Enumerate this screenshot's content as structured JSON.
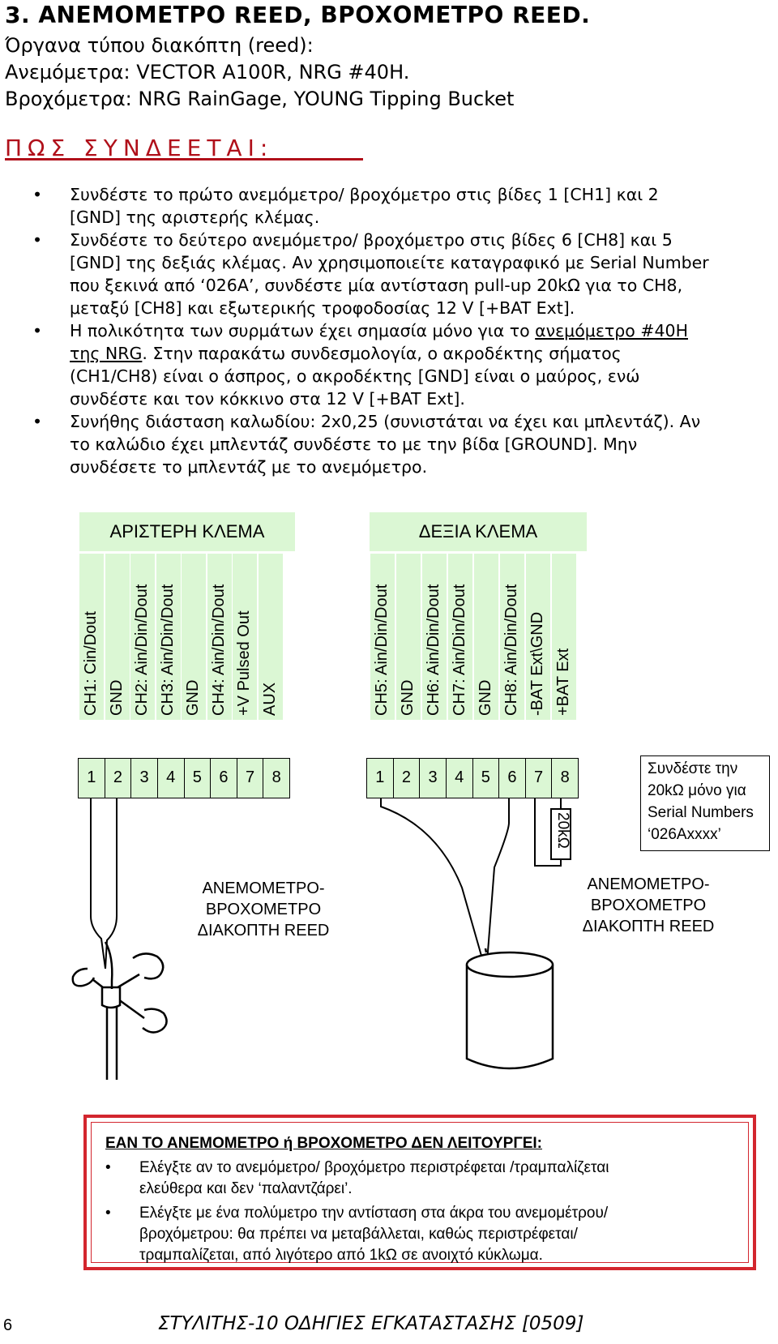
{
  "heading": "3. ΑΝΕΜΟΜΕΤΡΟ REED, ΒΡΟΧΟΜΕΤΡΟ REED.",
  "intro": [
    "Όργανα τύπου διακόπτη (reed):",
    "Ανεμόμετρα: VECTOR A100R, NRG #40H.",
    "Βροχόμετρα: NRG RainGage, YOUNG Tipping Bucket"
  ],
  "howto_title": "ΠΩΣ ΣΥΝΔΕΕΤΑΙ:",
  "bullet_char": "•",
  "bullets": {
    "b1_l1": "Συνδέστε το πρώτο ανεμόμετρο/ βροχόμετρο στις βίδες 1 [CH1] και 2",
    "b1_l2": "[GND] της αριστερής κλέμας.",
    "b2_l1": "Συνδέστε το δεύτερο ανεμόμετρο/ βροχόμετρο στις βίδες 6 [CH8] και 5",
    "b2_l2": "[GND] της δεξιάς κλέμας. Αν χρησιμοποιείτε καταγραφικό με Serial Number",
    "b2_l3": "που ξεκινά από ‘026A’, συνδέστε μία αντίσταση pull-up 20kΩ για το CH8,",
    "b2_l4": "μεταξύ [CH8] και εξωτερικής τροφοδοσίας 12 V [+BAT Ext].",
    "b3_l1_a": "Η πολικότητα των συρμάτων έχει σημασία μόνο για το ",
    "b3_l1_u": "ανεμόμετρο #40H",
    "b3_l2_u": "της NRG",
    "b3_l2_b": ". Στην παρακάτω συνδεσμολογία, ο ακροδέκτης σήματος",
    "b3_l3": "(CH1/CH8) είναι ο άσπρος, ο ακροδέκτης [GND] είναι ο μαύρος, ενώ",
    "b3_l4": "συνδέστε και τον κόκκινο στα 12 V [+BAT Ext].",
    "b4_l1": "Συνήθης διάσταση καλωδίου: 2x0,25 (συνιστάται να έχει και μπλεντάζ). Αν",
    "b4_l2": "το καλώδιο έχει μπλεντάζ συνδέστε το με την βίδα [GROUND]. Μην",
    "b4_l3": "συνδέσετε το μπλεντάζ με το ανεμόμετρο."
  },
  "left_terminal": {
    "title": "ΑΡΙΣΤΕΡΗ ΚΛΕΜΑ",
    "pins": [
      "CH1: Cin/Dout",
      "GND",
      "CH2: Ain/Din/Dout",
      "CH3: Ain/Din/Dout",
      "GND",
      "CH4: Ain/Din/Dout",
      "+V Pulsed Out",
      "AUX"
    ],
    "numbers": [
      "1",
      "2",
      "3",
      "4",
      "5",
      "6",
      "7",
      "8"
    ]
  },
  "right_terminal": {
    "title": "ΔΕΞΙΑ ΚΛΕΜΑ",
    "pins": [
      "CH5: Ain/Din/Dout",
      "GND",
      "CH6: Ain/Din/Dout",
      "CH7: Ain/Din/Dout",
      "GND",
      "CH8: Ain/Din/Dout",
      "-BAT Ext\\GND",
      "+BAT Ext"
    ],
    "numbers": [
      "1",
      "2",
      "3",
      "4",
      "5",
      "6",
      "7",
      "8"
    ]
  },
  "resistor_label": "20kΩ",
  "note": [
    "Συνδέστε την",
    "20kΩ μόνο για",
    "Serial Numbers",
    "‘026Axxxx’"
  ],
  "sensor_left": [
    "ΑΝΕΜΟΜΕΤΡΟ-",
    "ΒΡΟΧΟΜΕΤΡΟ",
    "ΔΙΑΚΟΠΤΗ REED"
  ],
  "sensor_right": [
    "ΑΝΕΜΟΜΕΤΡΟ-",
    "ΒΡΟΧΟΜΕΤΡΟ",
    "ΔΙΑΚΟΠΤΗ REED"
  ],
  "warning": {
    "title": "ΕΑΝ ΤΟ ΑΝΕΜΟΜΕΤΡΟ ή ΒΡΟΧΟΜΕΤΡΟ ΔΕΝ ΛΕΙΤΟΥΡΓΕΙ:",
    "w1_l1": "Ελέγξτε αν το ανεμόμετρο/ βροχόμετρο περιστρέφεται /τραμπαλίζεται",
    "w1_l2": "ελεύθερα και δεν ‘παλαντζάρει’.",
    "w2_l1": "Ελέγξτε με ένα πολύμετρο την αντίσταση στα άκρα του ανεμομέτρου/",
    "w2_l2": "βροχόμετρου: θα πρέπει να μεταβάλλεται, καθώς περιστρέφεται/",
    "w2_l3": "τραμπαλίζεται, από λιγότερο από 1kΩ σε ανοιχτό κύκλωμα."
  },
  "footer": {
    "page_number": "6",
    "title": "ΣΤΥΛΙΤΗΣ-10 ΟΔΗΓΙΕΣ ΕΓΚΑΤΑΣΤΑΣΗΣ    [0509]"
  }
}
